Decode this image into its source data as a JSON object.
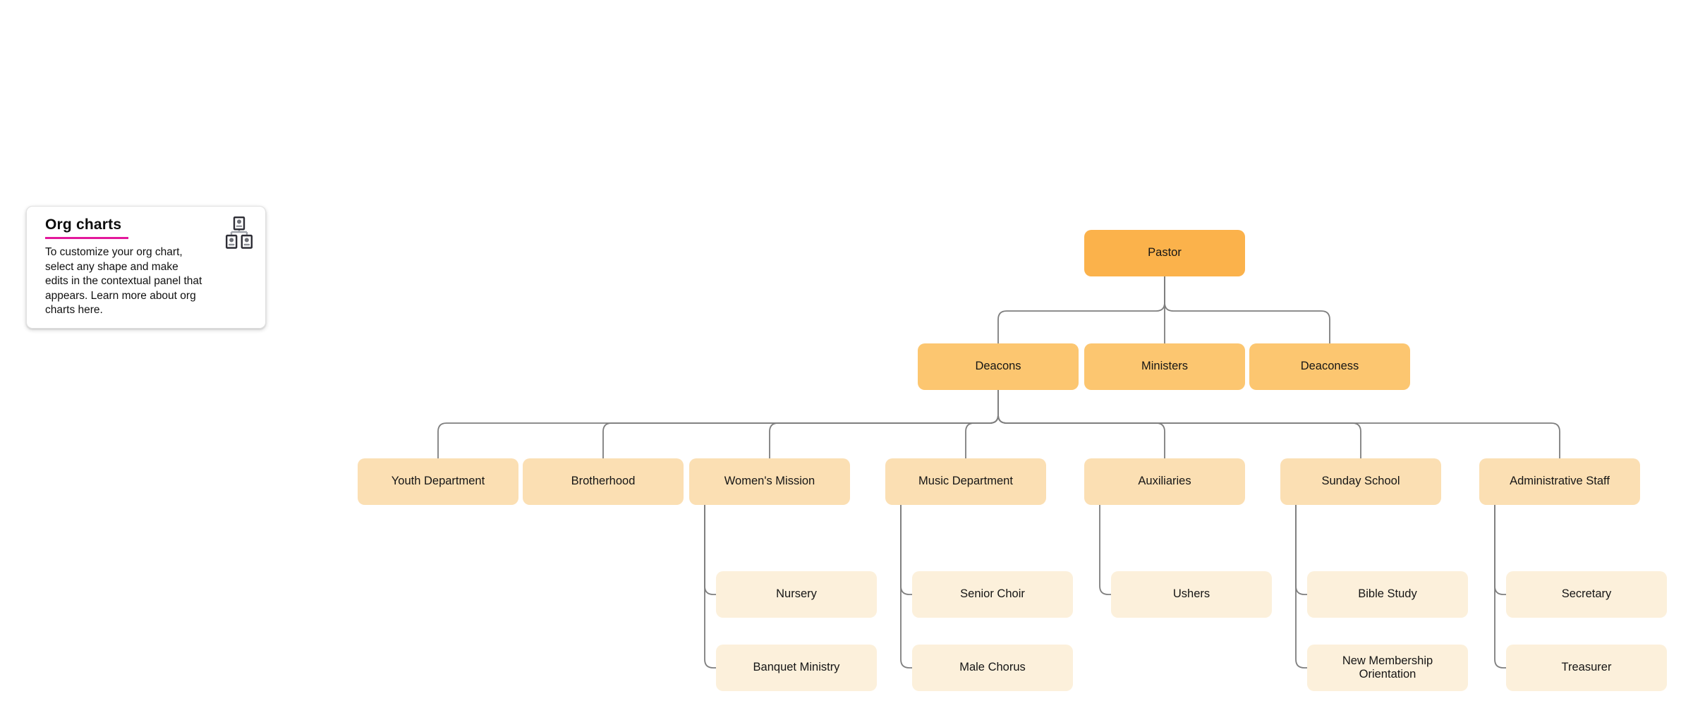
{
  "canvas": {
    "background": "#ffffff"
  },
  "note_card": {
    "title": "Org charts",
    "title_underline_color": "#e3189b",
    "body": "To customize your org chart, select any shape and make edits in the contextual panel that appears. Learn more about org charts here.",
    "icon": "org-chart-icon"
  },
  "org_chart": {
    "colors": {
      "level1": "#fbb24b",
      "level2": "#fcc670",
      "level3": "#fbdfb3",
      "level4": "#fcf0db",
      "connector": "#7e7e7e",
      "text": "#151515"
    },
    "nodes": [
      {
        "id": "pastor",
        "label": "Pastor",
        "level": 1,
        "parent": null
      },
      {
        "id": "deacons",
        "label": "Deacons",
        "level": 2,
        "parent": "pastor"
      },
      {
        "id": "ministers",
        "label": "Ministers",
        "level": 2,
        "parent": "pastor"
      },
      {
        "id": "deaconess",
        "label": "Deaconess",
        "level": 2,
        "parent": "pastor"
      },
      {
        "id": "youth",
        "label": "Youth Department",
        "level": 3,
        "parent": "deacons"
      },
      {
        "id": "brotherhood",
        "label": "Brotherhood",
        "level": 3,
        "parent": "deacons"
      },
      {
        "id": "womens",
        "label": "Women's Mission",
        "level": 3,
        "parent": "deacons"
      },
      {
        "id": "music",
        "label": "Music Department",
        "level": 3,
        "parent": "deacons"
      },
      {
        "id": "aux",
        "label": "Auxiliaries",
        "level": 3,
        "parent": "deacons"
      },
      {
        "id": "sunday",
        "label": "Sunday School",
        "level": 3,
        "parent": "deacons"
      },
      {
        "id": "admin",
        "label": "Administrative Staff",
        "level": 3,
        "parent": "deacons"
      },
      {
        "id": "nursery",
        "label": "Nursery",
        "level": 4,
        "parent": "womens"
      },
      {
        "id": "banquet",
        "label": "Banquet Ministry",
        "level": 4,
        "parent": "womens"
      },
      {
        "id": "seniorchoir",
        "label": "Senior Choir",
        "level": 4,
        "parent": "music"
      },
      {
        "id": "malechorus",
        "label": "Male Chorus",
        "level": 4,
        "parent": "music"
      },
      {
        "id": "ushers",
        "label": "Ushers",
        "level": 4,
        "parent": "aux"
      },
      {
        "id": "biblestudy",
        "label": "Bible Study",
        "level": 4,
        "parent": "sunday"
      },
      {
        "id": "nmo",
        "label": "New Membership Orientation",
        "level": 4,
        "parent": "sunday"
      },
      {
        "id": "secretary",
        "label": "Secretary",
        "level": 4,
        "parent": "admin"
      },
      {
        "id": "treasurer",
        "label": "Treasurer",
        "level": 4,
        "parent": "admin"
      }
    ]
  }
}
